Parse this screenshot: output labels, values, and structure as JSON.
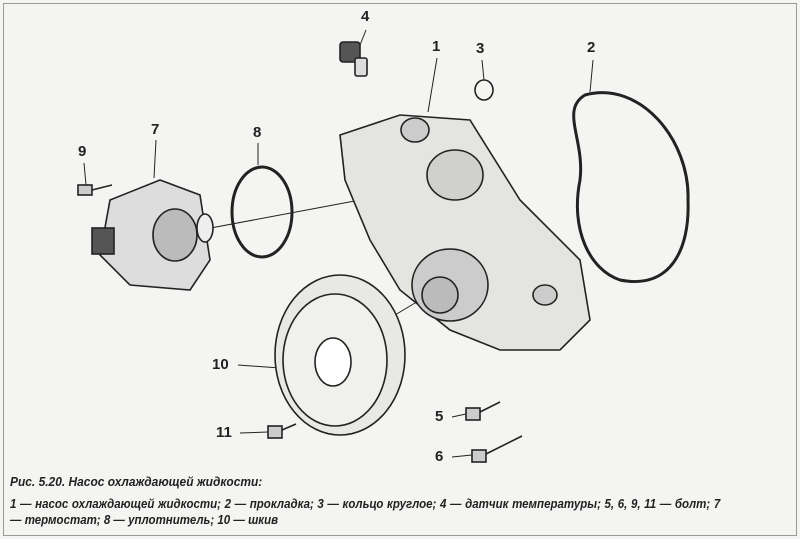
{
  "figure": {
    "callouts": [
      "1",
      "2",
      "3",
      "4",
      "5",
      "6",
      "7",
      "8",
      "9",
      "10",
      "11"
    ],
    "caption_title": "Рис. 5.20. Насос охлаждающей жидкости:",
    "caption_legend": "1 — насос охлаждающей жидкости; 2 — прокладка; 3 — кольцо круглое; 4 — датчик температуры; 5, 6, 9, 11 — болт; 7 — термостат; 8 — уплотнитель; 10 — шкив"
  }
}
